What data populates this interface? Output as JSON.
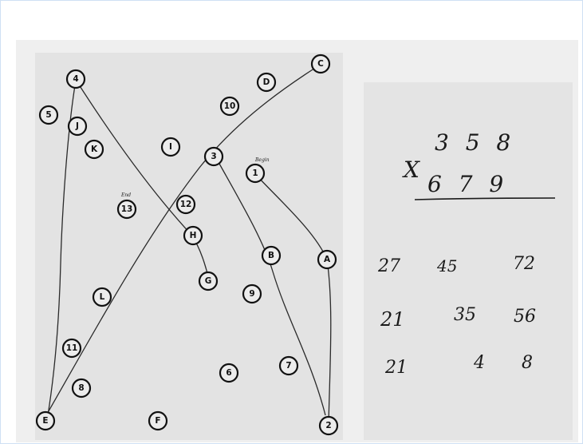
{
  "trail_test": {
    "nodes": [
      {
        "label": "4"
      },
      {
        "label": "C"
      },
      {
        "label": "D"
      },
      {
        "label": "5"
      },
      {
        "label": "10"
      },
      {
        "label": "J"
      },
      {
        "label": "K"
      },
      {
        "label": "I"
      },
      {
        "label": "3"
      },
      {
        "label": "1"
      },
      {
        "label": "12"
      },
      {
        "label": "13"
      },
      {
        "label": "H"
      },
      {
        "label": "B"
      },
      {
        "label": "A"
      },
      {
        "label": "G"
      },
      {
        "label": "9"
      },
      {
        "label": "L"
      },
      {
        "label": "11"
      },
      {
        "label": "6"
      },
      {
        "label": "7"
      },
      {
        "label": "8"
      },
      {
        "label": "E"
      },
      {
        "label": "F"
      },
      {
        "label": "2"
      }
    ],
    "annotations": {
      "near_1": "Begin",
      "near_13": "End"
    }
  },
  "multiplication": {
    "top_number": "3 5 8",
    "operator": "X",
    "bottom_number": "6 7 9",
    "rows": [
      [
        "27",
        "45",
        "72"
      ],
      [
        "21",
        "35",
        "56"
      ],
      [
        "21",
        "4",
        "8"
      ]
    ]
  }
}
